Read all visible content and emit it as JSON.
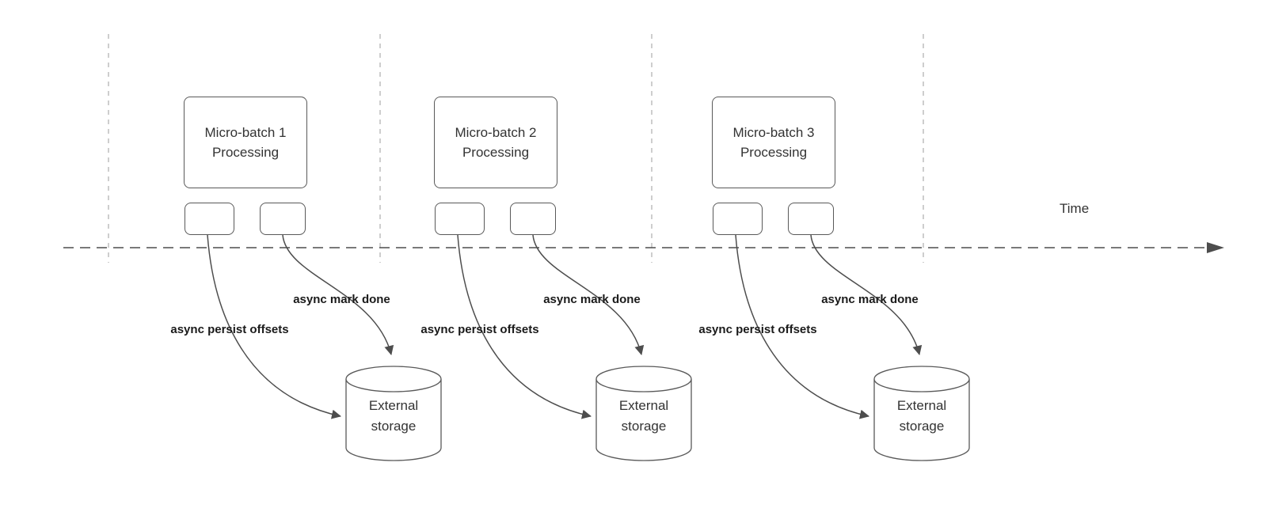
{
  "diagram": {
    "time_label": "Time",
    "batches": [
      {
        "title": "Micro-batch 1\nProcessing",
        "persist_label": "async persist offsets",
        "done_label": "async mark done",
        "storage_label": "External\nstorage"
      },
      {
        "title": "Micro-batch 2\nProcessing",
        "persist_label": "async persist offsets",
        "done_label": "async mark done",
        "storage_label": "External\nstorage"
      },
      {
        "title": "Micro-batch 3\nProcessing",
        "persist_label": "async persist offsets",
        "done_label": "async mark done",
        "storage_label": "External\nstorage"
      }
    ],
    "colors": {
      "shape_stroke": "#595959",
      "arrow_stroke": "#4d4d4d",
      "guide_dash": "#b3b3b3",
      "text": "#333333"
    }
  }
}
